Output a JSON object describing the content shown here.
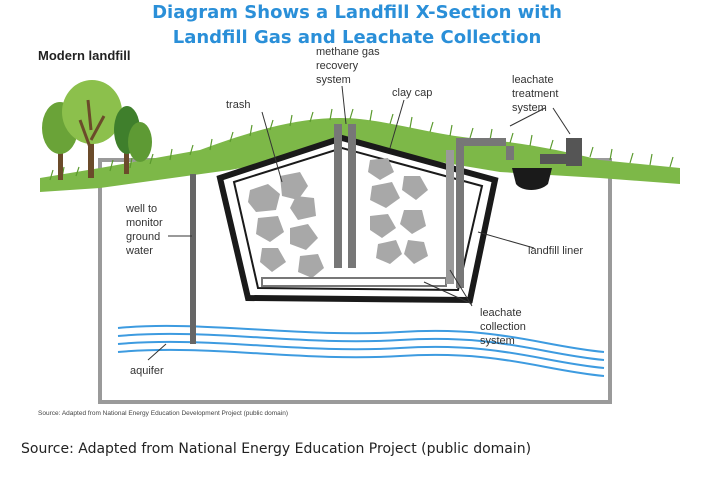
{
  "title_line1": "Diagram Shows a Landfill X-Section with",
  "title_line2": "Landfill Gas and Leachate Collection",
  "figure_heading": "Modern landfill",
  "labels": {
    "methane": [
      "methane gas",
      "recovery",
      "system"
    ],
    "clay_cap": "clay cap",
    "trash": "trash",
    "leachate_treatment": [
      "leachate",
      "treatment",
      "system"
    ],
    "well": [
      "well to",
      "monitor",
      "ground",
      "water"
    ],
    "landfill_liner": "landfill liner",
    "leachate_collection": [
      "leachate",
      "collection",
      "system"
    ],
    "aquifer": "aquifer"
  },
  "figure_source": "Source: Adapted from National Energy Education Development Project (public domain)",
  "source_caption": "Source: Adapted from National Energy Education Project (public domain)",
  "colors": {
    "title": "#2a8fd8",
    "grass": "#6fae3a",
    "trash": "#a8a8a8",
    "structure": "#1a1a1a",
    "pipe": "#777777",
    "water": "#3d9be0"
  }
}
